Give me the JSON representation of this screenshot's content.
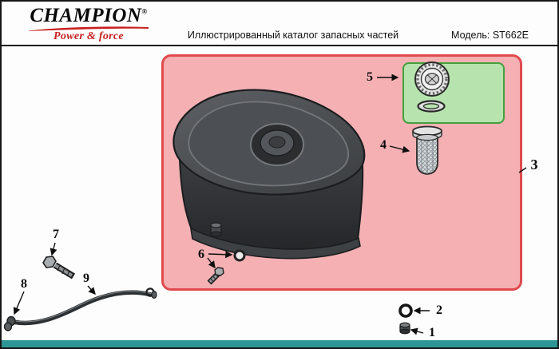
{
  "header": {
    "logo": {
      "name": "CHAMPION",
      "registered": "®",
      "tagline": "Power & force"
    },
    "title": "Иллюстрированный каталог запасных частей",
    "model": "Модель: ST662E"
  },
  "diagram": {
    "illustrations": [
      "fuel-tank",
      "fuel-cap",
      "cap-gasket",
      "fuel-strainer",
      "flange-bolt",
      "screw",
      "washer",
      "fuel-hose",
      "sealing-ring",
      "nut"
    ]
  },
  "parts": [
    {
      "label": "1"
    },
    {
      "label": "2"
    },
    {
      "label": "3"
    },
    {
      "label": "4"
    },
    {
      "label": "5"
    },
    {
      "label": "6"
    },
    {
      "label": "7"
    },
    {
      "label": "8"
    },
    {
      "label": "9"
    }
  ],
  "colors": {
    "panel_red_fill": "#f4b0b3",
    "panel_red_border": "#e04a4e",
    "panel_green_fill": "#b7e3ae",
    "panel_green_border": "#43a03e",
    "footer_bar": "#2e9696",
    "logo_red": "#c8201f"
  }
}
